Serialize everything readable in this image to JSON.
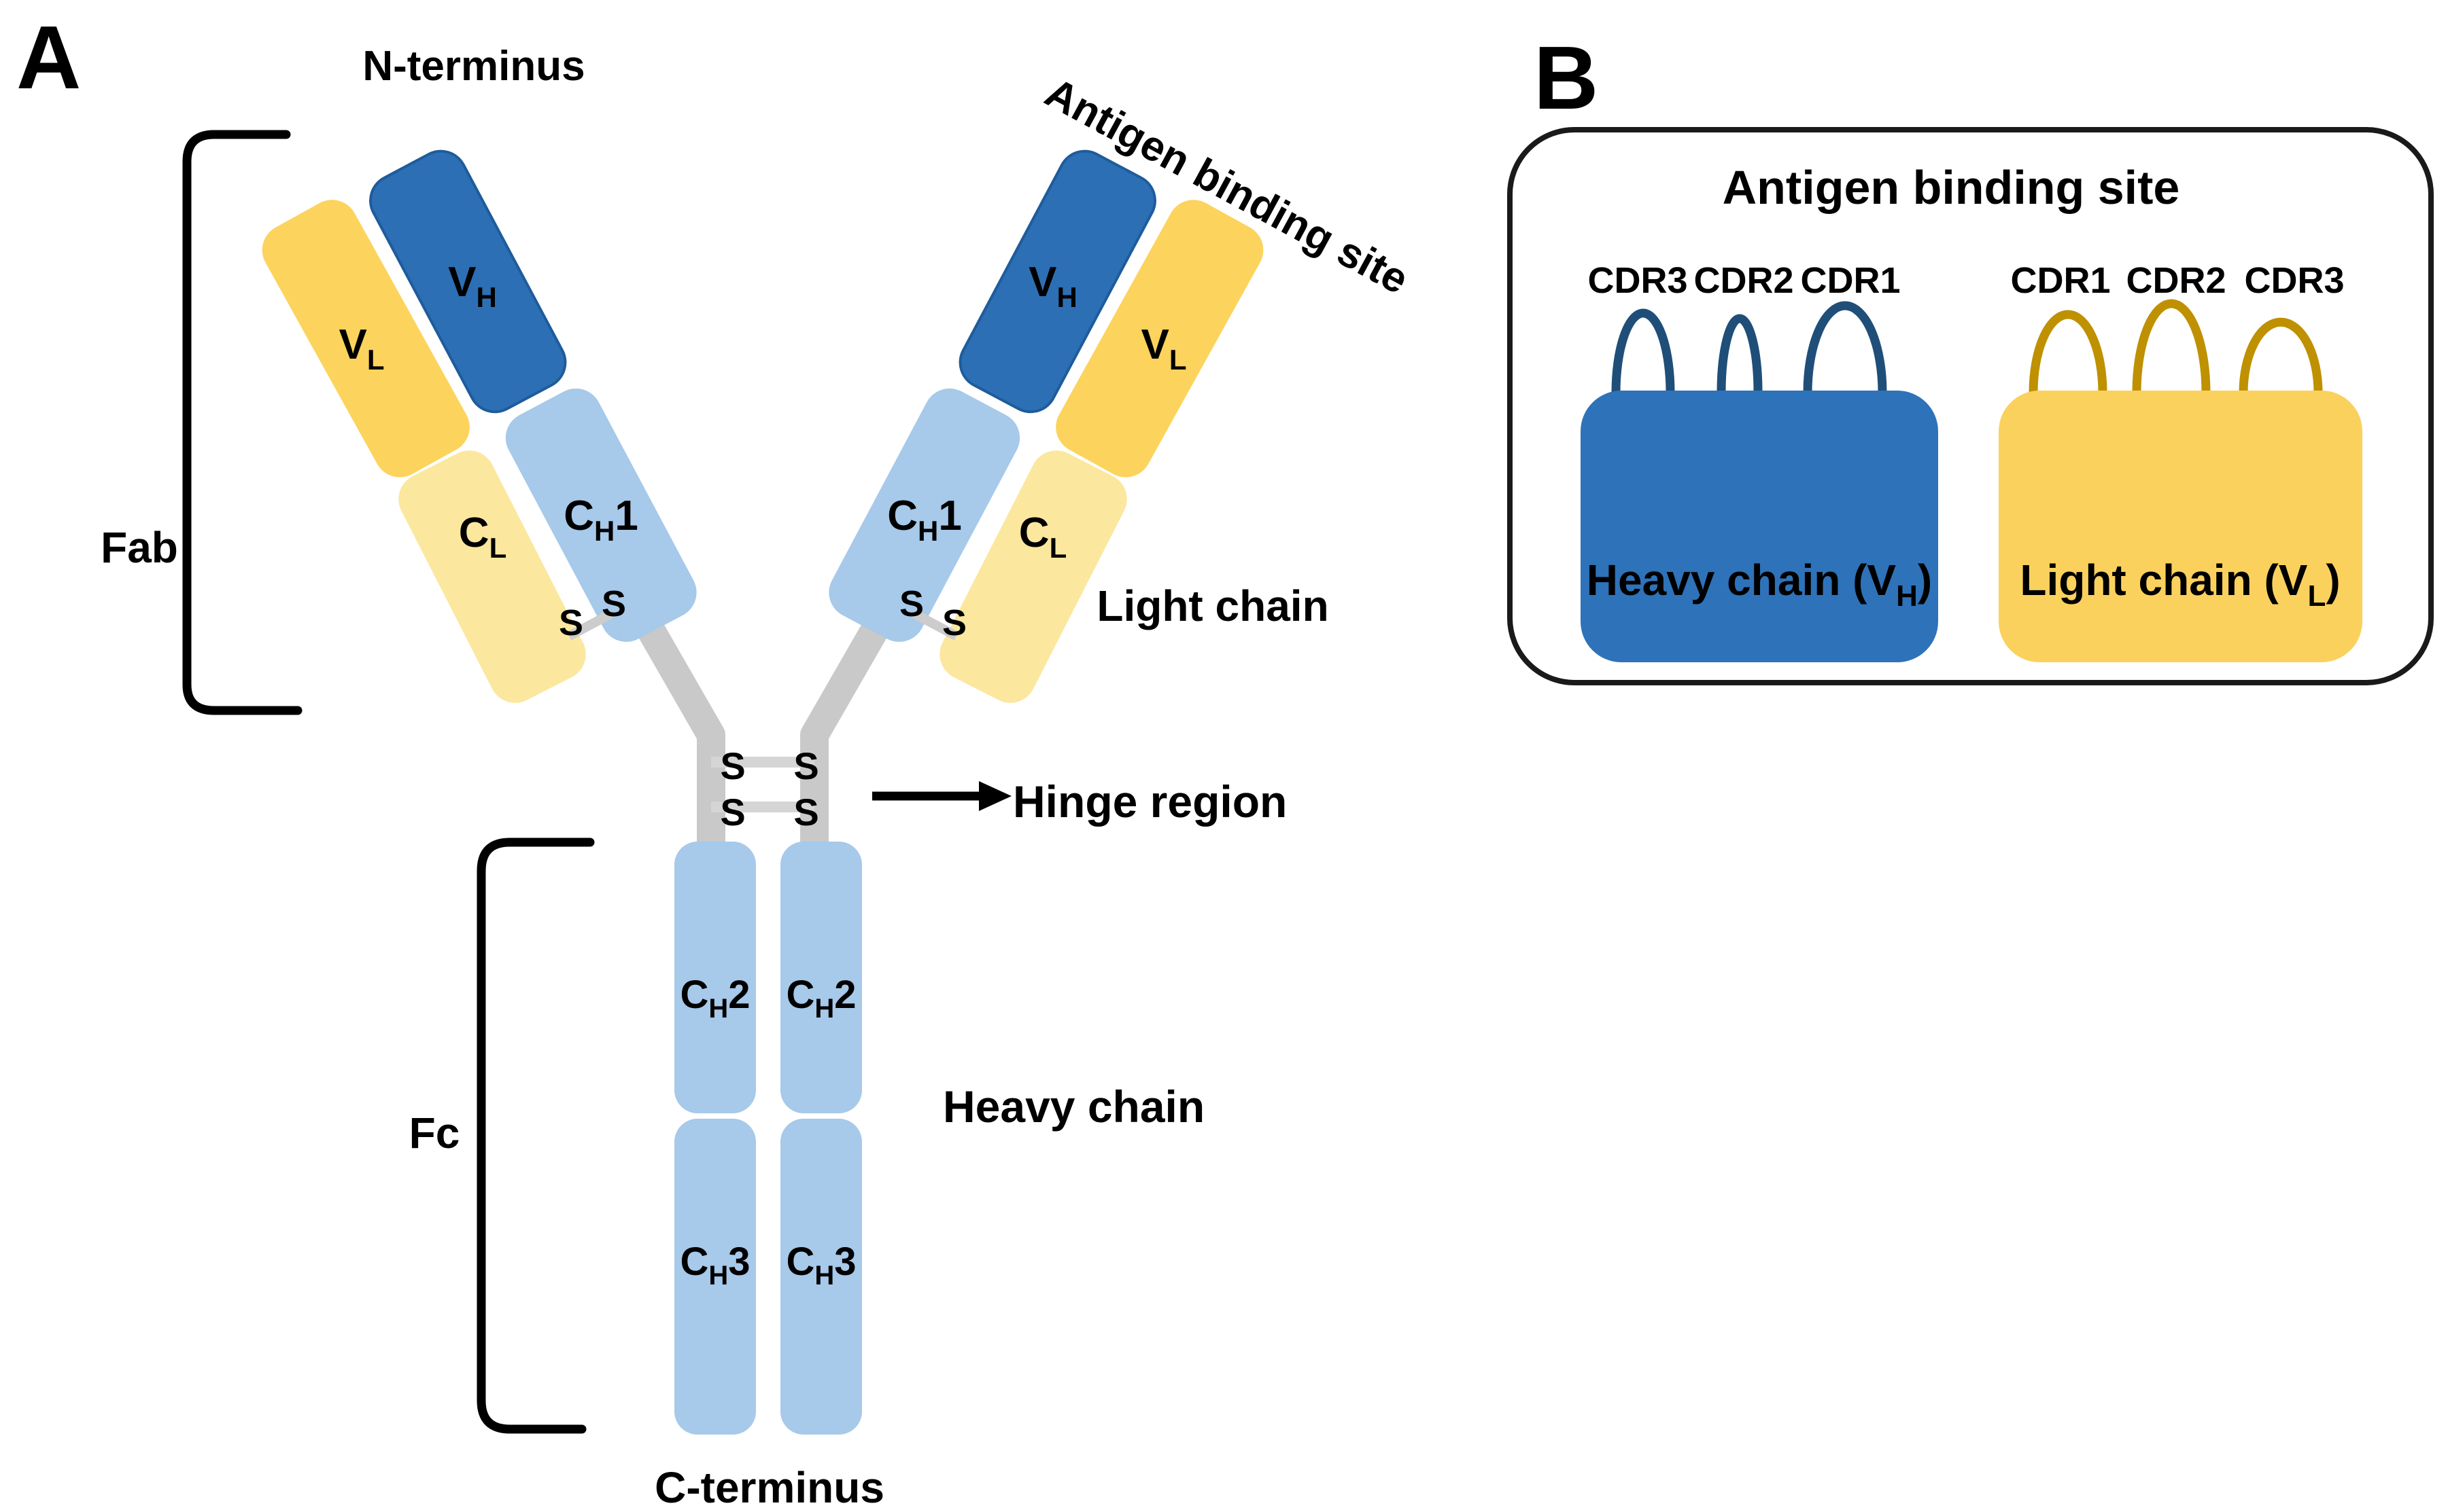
{
  "figure": {
    "panel_a": {
      "panel_label": "A",
      "n_terminus": "N-terminus",
      "c_terminus": "C-terminus",
      "antigen_binding_site": "Antigen binding site",
      "fab_label": "Fab",
      "fc_label": "Fc",
      "hinge_label": "Hinge region",
      "light_chain_label": "Light chain",
      "heavy_chain_label": "Heavy chain",
      "disulfide_s": "S",
      "domains": {
        "v": "V",
        "c": "C",
        "sub_h": "H",
        "sub_l": "L",
        "num1": "1",
        "num2": "2",
        "num3": "3"
      }
    },
    "panel_b": {
      "panel_label": "B",
      "title": "Antigen binding site",
      "heavy_cdr_labels": [
        "CDR3",
        "CDR2",
        "CDR1"
      ],
      "light_cdr_labels": [
        "CDR1",
        "CDR2",
        "CDR3"
      ],
      "heavy_block_label_pre": "Heavy chain (V",
      "heavy_block_label_sub": "H",
      "heavy_block_label_post": ")",
      "light_block_label_pre": "Light chain (V",
      "light_block_label_sub": "L",
      "light_block_label_post": ")"
    },
    "colors": {
      "variable_heavy_blue": "#2D6FB4",
      "variable_heavy_border": "#1E5C9B",
      "constant_light_blue": "#A7C9EA",
      "variable_light_yellow": "#FCD35C",
      "constant_pale_yellow": "#FCE79F",
      "stem_gray": "#C9C9C9",
      "disulfide_bar_gray": "#D5D5D5",
      "cdr_loop_navy": "#1F4E79",
      "cdr_loop_gold": "#BF9000",
      "heavy_chain_text_blue": "#2E74B5",
      "light_chain_text_gold": "#FFC010",
      "panel_b_heavy_blue": "#2E72B9",
      "panel_b_light_yellow": "#FBD15E",
      "block_label_navy": "#17375E",
      "outline_black": "#1A1A1A"
    }
  }
}
